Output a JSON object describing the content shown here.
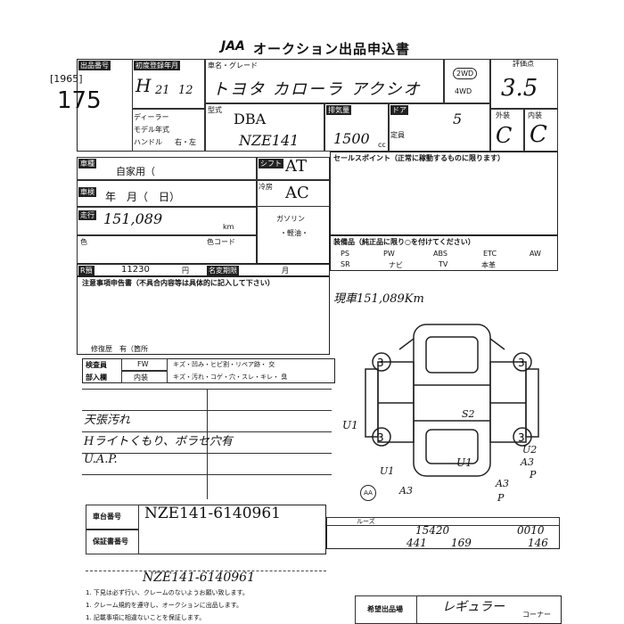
{
  "header": {
    "logo": "JAA",
    "title": "オークション出品申込書",
    "tag": "[1965]",
    "lot_no": "175"
  },
  "form": {
    "label_lot": "出品番号",
    "label_registered": "初度登録年月",
    "label_model_grade": "車名・グレード",
    "label_dealer": "ディーラー",
    "label_model_year": "モデル年式",
    "label_handle": "ハンドル",
    "label_handle_val": "右・左",
    "label_type": "型式",
    "label_displacement": "排気量",
    "label_doors": "ドア",
    "label_capacity": "定員",
    "label_evaluation": "評価点",
    "label_interior": "外装",
    "label_exterior": "内装",
    "era": "H",
    "year": "21",
    "month": "12",
    "car_name": "トヨタ カローラ アクシオ",
    "drive_2wd": "2WD",
    "drive_4wd": "4WD",
    "model_code_prefix": "DBA",
    "model_code": "NZE141",
    "displacement": "1500",
    "displacement_unit": "cc",
    "doors": "5",
    "score": "3.5",
    "interior_grade": "C",
    "exterior_grade": "C",
    "label_color": "車検",
    "usage": "自家用（",
    "label_shaken": "車検",
    "shaken": "年　月（　日）",
    "label_mileage": "走行",
    "mileage": "151,089",
    "mileage_unit": "km",
    "label_color2": "色",
    "label_colorcode": "色コード",
    "label_shift": "シフト",
    "shift": "AT",
    "label_ac": "冷房",
    "ac": "AC",
    "label_fuel": "ガソリン",
    "fuel_opts": "・軽油・",
    "label_recycle": "R預",
    "recycle": "11230",
    "recycle_unit": "円",
    "label_name_change": "名変期限",
    "name_change_unit": "月",
    "label_sales_point": "セールスポイント（正常に稼動するものに限ります）",
    "label_equipment": "装備品（純正品に限り○を付けてください）",
    "equipment": [
      "PS",
      "PW",
      "ABS",
      "ETC",
      "AW",
      "SR",
      "ナビ",
      "TV",
      "本革"
    ],
    "mileage_note": "現車151,089Km",
    "label_notes": "注意事項申告書（不具合内容等は具体的に記入して下さい）",
    "label_repair": "修復歴　有（箇所",
    "label_inspector": "検査員",
    "label_parts": "部入欄",
    "label_fw": "FW",
    "label_interior_row": "内装",
    "inspector_row1": "キズ・凹み・ヒビ割・リペア跡・ 交",
    "inspector_row2": "キズ・汚れ・コゲ・穴・スレ・キレ・ 臭",
    "notes": [
      "天張汚れ",
      "Hライトくもり、ボラセ穴有",
      "U.A.P."
    ],
    "diagram_marks": [
      "3",
      "3",
      "3",
      "3",
      "U1",
      "S2",
      "U1",
      "U1",
      "A3",
      "U2",
      "A3",
      "P",
      "A3",
      "P"
    ],
    "diagram_brand": "AA",
    "label_chassis": "車台番号",
    "chassis": "NZE141-6140961",
    "label_warranty": "保証書番号",
    "label_cost_total": "ルーズ",
    "summary_values": [
      "15420",
      "0010",
      "441",
      "169",
      "146"
    ],
    "bottom_chassis": "NZE141-6140961",
    "footer_lines": [
      "1. 下見は必ず行い、クレームのないようお願い致します。",
      "1. クレーム規約を遵守し、オークションに出品します。",
      "1. 記載事項に相違ないことを保証します。"
    ],
    "label_destination": "希望出品場",
    "destination": "レギュラー",
    "destination_corner": "コーナー"
  }
}
